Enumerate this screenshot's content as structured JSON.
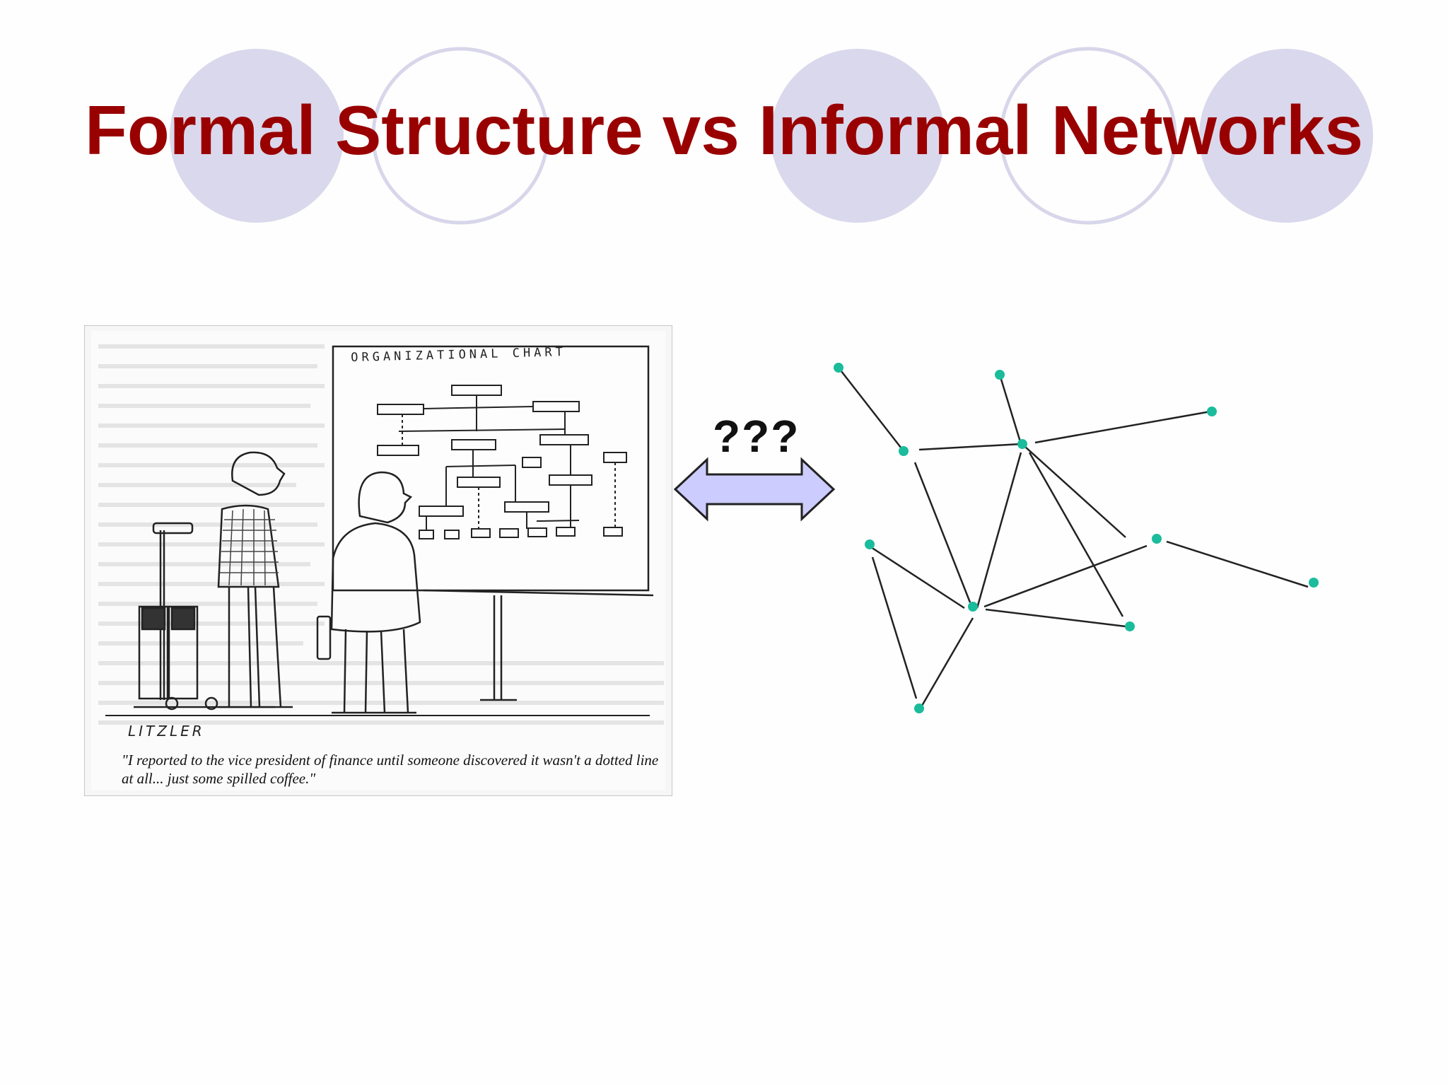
{
  "slide": {
    "title": "Formal Structure vs Informal Networks",
    "title_color": "#990000",
    "circle_color": "#dad8ec",
    "ring_color": "#d8d6ea"
  },
  "cartoon": {
    "chart_label": "ORGANIZATIONAL CHART",
    "signature": "LITZLER",
    "caption": "\"I reported to the vice president of finance until someone discovered it wasn't a dotted line at all... just some spilled coffee.\""
  },
  "connector": {
    "label": "???",
    "arrow_fill": "#ccccff",
    "arrow_stroke": "#222222"
  },
  "network": {
    "node_color": "#1abc9c",
    "edge_color": "#222222"
  }
}
